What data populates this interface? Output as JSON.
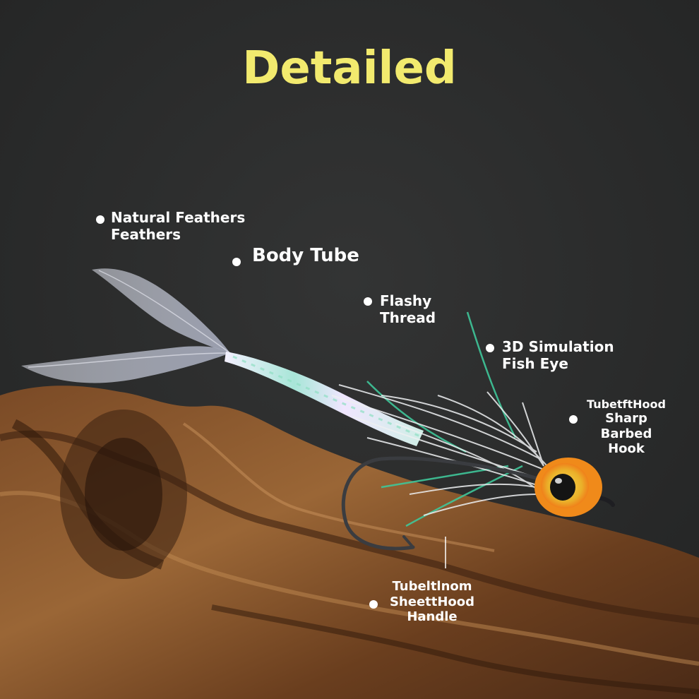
{
  "title": "Detailed",
  "colors": {
    "background": "#2b2c2c",
    "title": "#f2ea6e",
    "label": "#ffffff",
    "wood_dark": "#4a2a16",
    "wood_mid": "#8b5a30",
    "wood_light": "#b9824c",
    "feather": "#b4b8c6",
    "body_fibers": "#eef0f2",
    "flash": "#3fc79a",
    "eye_ring": "#f08a1a",
    "eye_iris": "#e9c43a",
    "eye_pupil": "#141414",
    "hook": "#3a3c40"
  },
  "icons": [
    "bullet-dot-icon"
  ],
  "labels": {
    "natural_feathers": {
      "line1": "Natural Feathers",
      "line2": "Feathers"
    },
    "body_tube": {
      "line1": "Body Tube"
    },
    "flashy_thread": {
      "line1": "Flashy",
      "line2": "Thread"
    },
    "fish_eye": {
      "line1": "3D Simulation",
      "line2": "Fish Eye"
    },
    "hook": {
      "line1": "TubetftHood",
      "line2": "Sharp",
      "line3": "Barbed",
      "line4": "Hook"
    },
    "handle": {
      "line1": "Tubeltlnom",
      "line2": "SheettHood",
      "line3": "Handle"
    }
  }
}
